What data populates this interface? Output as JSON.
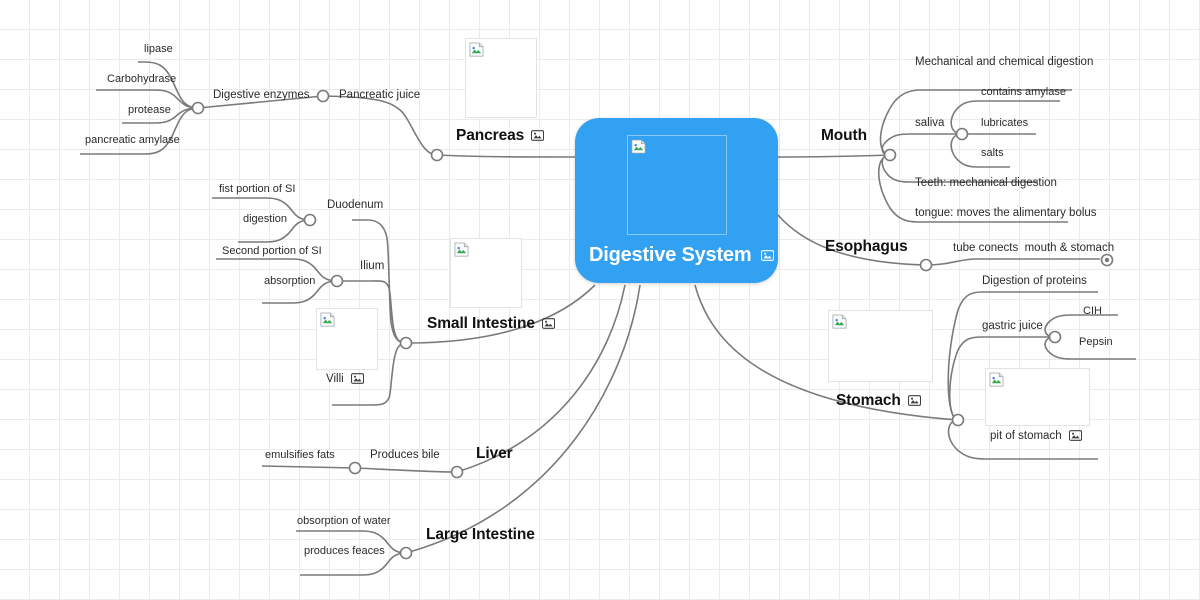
{
  "canvas": {
    "accent_color": "#33a1f2",
    "grid_color": "#e9eee4",
    "link_color": "#7a7a7a",
    "background": "#ffffff"
  },
  "root": {
    "title": "Digestive System",
    "image_icon": "picture-icon",
    "placeholder_icon": "broken-image-icon"
  },
  "branches": {
    "pancreas": {
      "label": "Pancreas",
      "image_icon": "picture-icon",
      "placeholder_icon": "broken-image-icon",
      "children": [
        {
          "label": "Pancreatic juice",
          "children": [
            {
              "label": "Digestive enzymes",
              "children": [
                {
                  "label": "lipase"
                },
                {
                  "label": "Carbohydrase"
                },
                {
                  "label": "protease"
                },
                {
                  "label": "pancreatic amylase"
                }
              ]
            }
          ]
        }
      ]
    },
    "small_intestine": {
      "label": "Small Intestine",
      "image_icon": "picture-icon",
      "placeholder_icon": "broken-image-icon",
      "children": [
        {
          "label": "Duodenum",
          "children": [
            {
              "label": "fist portion of SI"
            },
            {
              "label": "digestion"
            }
          ]
        },
        {
          "label": "Ilium",
          "children": [
            {
              "label": "Second portion of SI"
            },
            {
              "label": "absorption"
            }
          ]
        },
        {
          "label": "Villi",
          "image_icon": "picture-icon",
          "placeholder_icon": "broken-image-icon"
        }
      ]
    },
    "liver": {
      "label": "Liver",
      "children": [
        {
          "label": "Produces bile",
          "children": [
            {
              "label": "emulsifies fats"
            }
          ]
        }
      ]
    },
    "large_intestine": {
      "label": "Large Intestine",
      "children": [
        {
          "label": "obsorption of water"
        },
        {
          "label": "produces feaces"
        }
      ]
    },
    "mouth": {
      "label": "Mouth",
      "children": [
        {
          "label": "Mechanical and chemical digestion"
        },
        {
          "label": "saliva",
          "children": [
            {
              "label": "contains amylase"
            },
            {
              "label": "lubricates"
            },
            {
              "label": "salts"
            }
          ]
        },
        {
          "label": "Teeth: mechanical digestion"
        },
        {
          "label": "tongue: moves the alimentary bolus"
        }
      ]
    },
    "esophagus": {
      "label": "Esophagus",
      "children": [
        {
          "label": "tube conects  mouth & stomach",
          "collapsed_endpoint": true
        }
      ]
    },
    "stomach": {
      "label": "Stomach",
      "image_icon": "picture-icon",
      "placeholder_icon": "broken-image-icon",
      "children": [
        {
          "label": "Digestion of proteins"
        },
        {
          "label": "gastric juice",
          "children": [
            {
              "label": "CIH"
            },
            {
              "label": "Pepsin"
            }
          ]
        },
        {
          "label": "pit of stomach",
          "image_icon": "picture-icon",
          "placeholder_icon": "broken-image-icon"
        }
      ]
    }
  }
}
